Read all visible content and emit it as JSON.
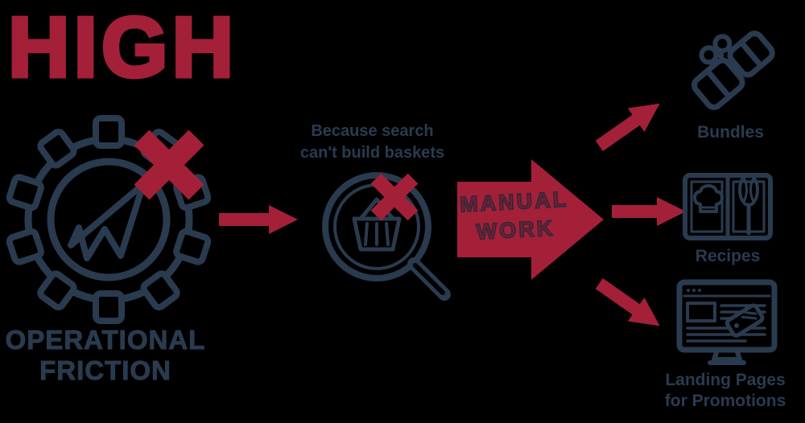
{
  "diagram": {
    "heading": "HIGH",
    "subheading_line1": "OPERATIONAL",
    "subheading_line2": "FRICTION",
    "caption_line1": "Because search",
    "caption_line2": "can't build baskets",
    "manual_arrow": {
      "line1": "MANUAL",
      "line2": "WORK"
    },
    "outputs": {
      "bundles_label": "Bundles",
      "recipes_label": "Recipes",
      "landing_label_line1": "Landing Pages",
      "landing_label_line2": "for Promotions"
    }
  },
  "icons": {
    "gear": "gear-arrow-icon",
    "gear_cross": "red-x-icon",
    "magnifier": "search-basket-icon",
    "magnifier_cross": "red-x-icon",
    "flow_arrow": "red-arrow-right-icon",
    "bundles": "gift-boxes-icon",
    "recipes": "recipe-book-icon",
    "landing": "promo-landing-page-icon"
  },
  "colors": {
    "accent_red": "#A32038",
    "navy": "#2A3B4F",
    "background": "#000000"
  }
}
